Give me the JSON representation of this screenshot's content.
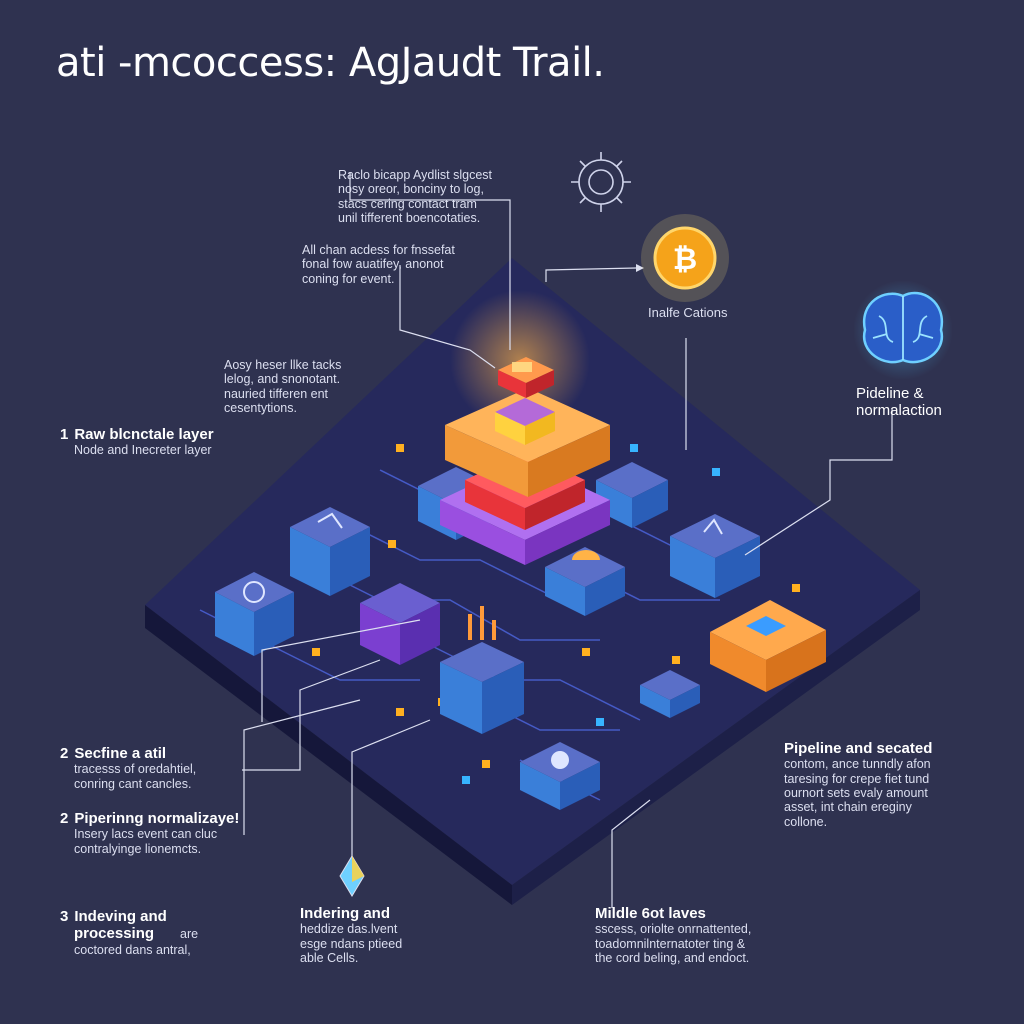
{
  "title": "ati -mcoccess: AgJaudt Trail.",
  "colors": {
    "background": "#2f3250",
    "platform_top": "#26295c",
    "platform_side": "#15173a",
    "orange": "#f29a3a",
    "purple": "#9a4fe0",
    "red": "#e8343a",
    "yellow": "#ffd23f",
    "blue_block": "#3a7fd9",
    "circuit": "#4b63d8"
  },
  "callouts": {
    "top_note": {
      "lines": [
        "Raclo bicapp Aydlist slgcest",
        "nosy oreor, bonciny to log,",
        "stacs cering contact tram",
        "unil tifferent boencotaties."
      ]
    },
    "mid_note": {
      "lines": [
        "All chan acdess for fnssefat",
        "fonal fow auatifey, anonot",
        "coning for event."
      ]
    },
    "left_note": {
      "lines": [
        "Aosy heser llke tacks",
        "lelog, and snonotant.",
        "nauried tifferen ent",
        "cesentytions."
      ]
    },
    "bitcoin_label": "Inalfe Cations",
    "brain_label": {
      "lines": [
        "Pideline &",
        "normalaction"
      ]
    }
  },
  "steps": {
    "s1": {
      "number": "1",
      "heading": "Raw blcnctale layer",
      "desc": [
        "Node and Inecreter layer"
      ]
    },
    "s2a": {
      "number": "2",
      "heading": "Secfine a atil",
      "desc": [
        "tracesss of oredahtiel,",
        "conring cant cancles."
      ]
    },
    "s2b": {
      "number": "2",
      "heading": "Piperinng normalizaye!",
      "desc": [
        "Insery lacs event can cluc",
        "contralyinge lionemcts."
      ]
    },
    "s3": {
      "number": "3",
      "heading": "Indeving and",
      "heading2": "processing",
      "aside": "are",
      "desc": [
        "coctored dans antral,"
      ]
    },
    "bottom_mid": {
      "heading": "Indering and",
      "desc": [
        "heddize das.lvent",
        "esge ndans ptieed",
        "able Cells."
      ]
    },
    "bottom_right": {
      "heading": "Mildle 6ot laves",
      "desc": [
        "sscess, oriolte onrnattented,",
        "toadomnilnternatoter ting &",
        "the cord beling, and endoct."
      ]
    },
    "right_mid": {
      "heading": "Pipeline and secated",
      "desc": [
        "contom, ance tunndly afon",
        "taresing for crepe fiet tund",
        "ournort sets evaly amount",
        "asset, int chain ereginy",
        "collone."
      ]
    }
  }
}
